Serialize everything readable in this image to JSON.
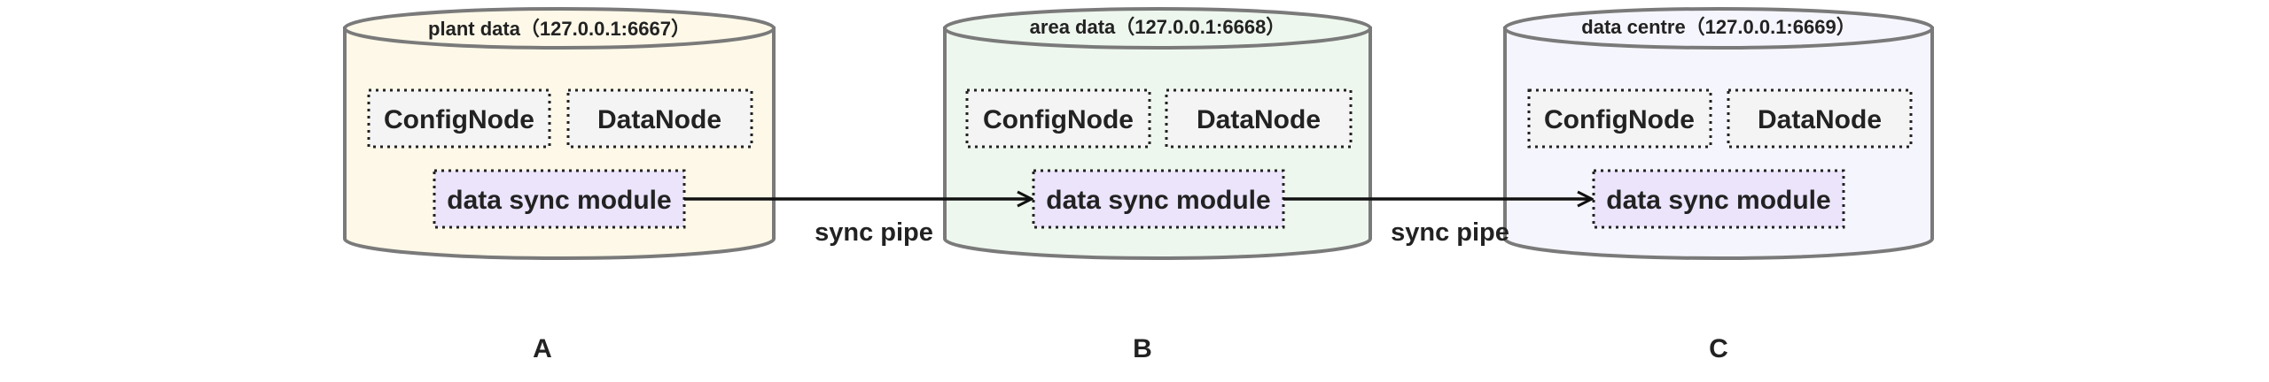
{
  "diagram": {
    "sites": [
      {
        "title": "plant data（127.0.0.1:6667）",
        "fill": "#fdf8e8",
        "config_label": "ConfigNode",
        "data_label": "DataNode",
        "sync_label": "data sync module",
        "caption": "A"
      },
      {
        "title": "area data（127.0.0.1:6668）",
        "fill": "#eef7ee",
        "config_label": "ConfigNode",
        "data_label": "DataNode",
        "sync_label": "data sync module",
        "caption": "B"
      },
      {
        "title": "data centre（127.0.0.1:6669）",
        "fill": "#f5f5fd",
        "config_label": "ConfigNode",
        "data_label": "DataNode",
        "sync_label": "data sync module",
        "caption": "C"
      }
    ],
    "pipes": [
      {
        "label": "sync pipe"
      },
      {
        "label": "sync pipe"
      }
    ],
    "colors": {
      "outline": "#7a7a7a",
      "node_fill": "#f4f4f4",
      "sync_fill": "#ebe4fb",
      "arrow": "#111111"
    }
  }
}
